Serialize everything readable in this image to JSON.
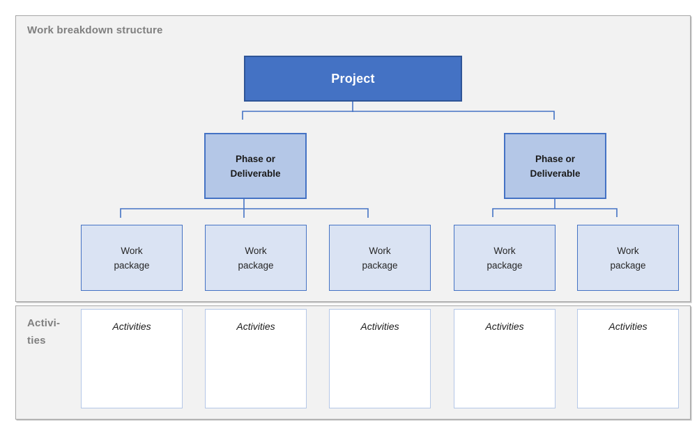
{
  "colors": {
    "panel_bg": "#f2f2f2",
    "panel_border": "#a6a6a6",
    "title_gray": "#7f7f7f",
    "project_fill": "#4472c4",
    "project_border": "#2f5597",
    "project_text": "#ffffff",
    "phase_fill": "#b4c7e7",
    "phase_border": "#4472c4",
    "wp_fill": "#dae3f3",
    "wp_border": "#4472c4",
    "activity_fill": "#ffffff",
    "activity_border": "#b4c7e7",
    "connector": "#4472c4"
  },
  "wbs_panel": {
    "title": "Work breakdown structure",
    "project": {
      "label": "Project"
    },
    "phases": [
      {
        "line1": "Phase or",
        "line2": "Deliverable"
      },
      {
        "line1": "Phase or",
        "line2": "Deliverable"
      }
    ],
    "work_packages": [
      {
        "line1": "Work",
        "line2": "package"
      },
      {
        "line1": "Work",
        "line2": "package"
      },
      {
        "line1": "Work",
        "line2": "package"
      },
      {
        "line1": "Work",
        "line2": "package"
      },
      {
        "line1": "Work",
        "line2": "package"
      }
    ]
  },
  "activities_panel": {
    "label_line1": "Activi-",
    "label_line2": "ties",
    "boxes": [
      {
        "label": "Activities"
      },
      {
        "label": "Activities"
      },
      {
        "label": "Activities"
      },
      {
        "label": "Activities"
      },
      {
        "label": "Activities"
      }
    ]
  }
}
